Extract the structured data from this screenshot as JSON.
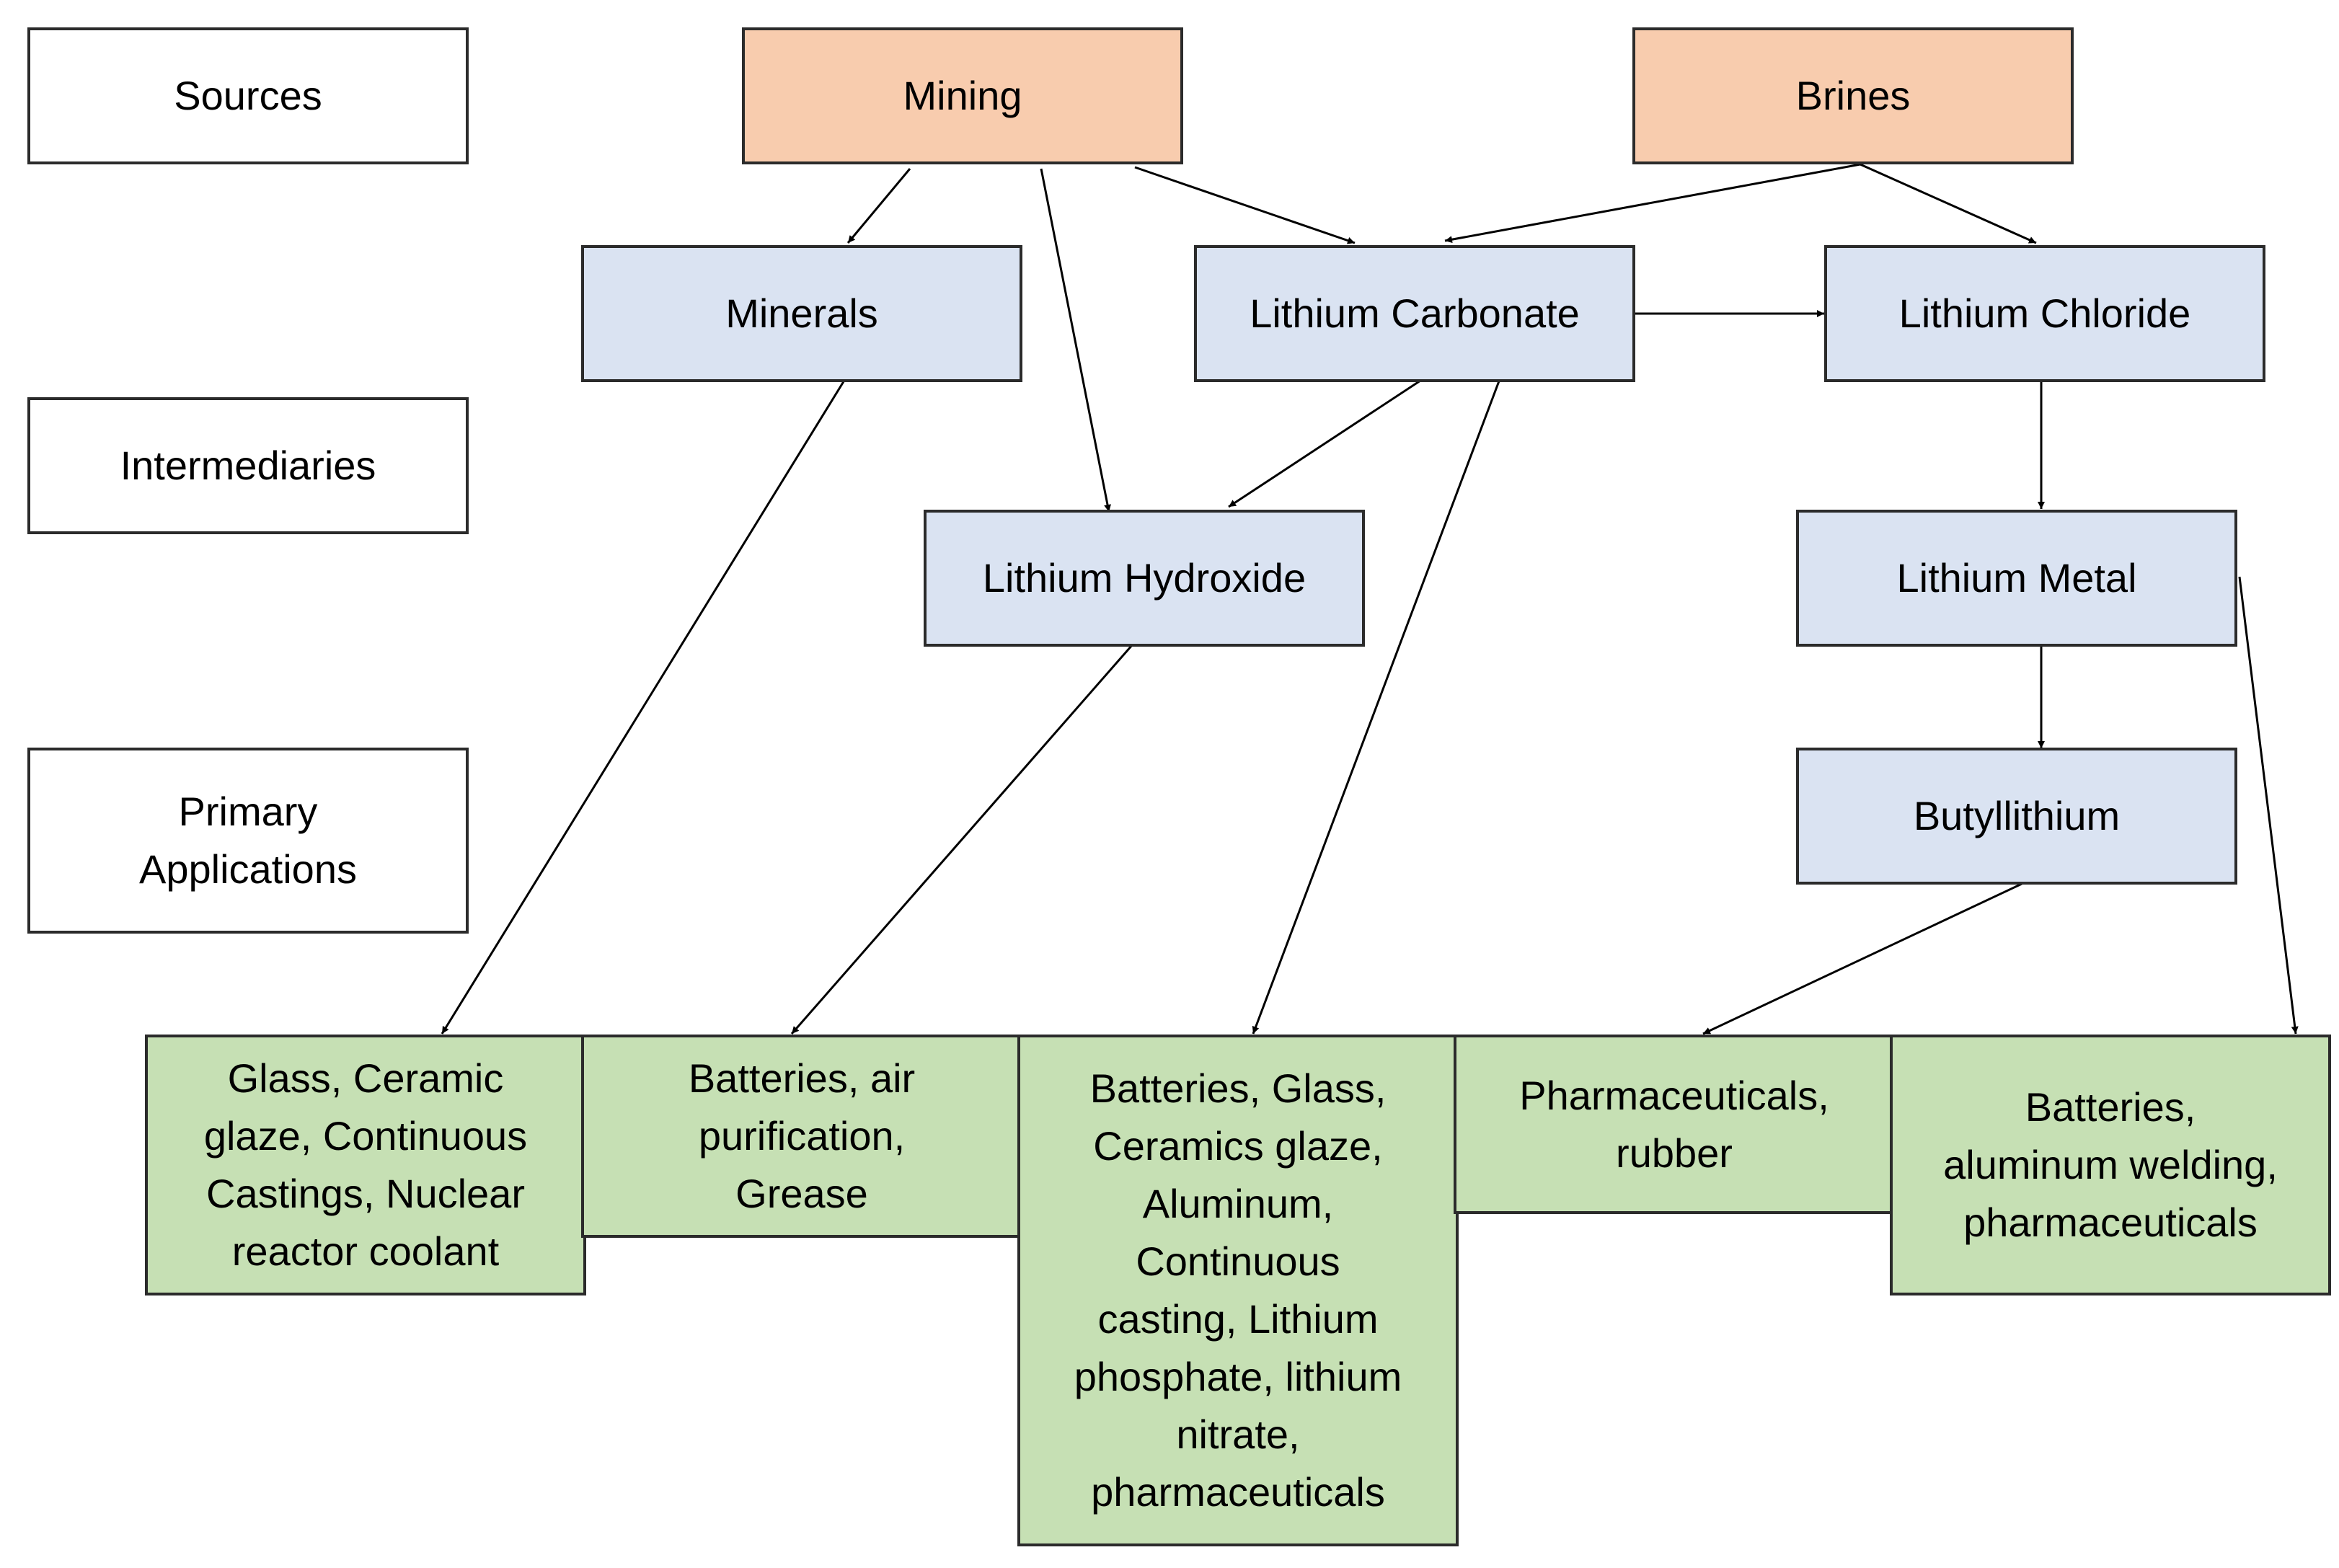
{
  "row_labels": {
    "sources": "Sources",
    "intermediaries": "Intermediaries",
    "primary_applications": "Primary\nApplications"
  },
  "sources": {
    "mining": "Mining",
    "brines": "Brines"
  },
  "intermediaries": {
    "minerals": "Minerals",
    "lithium_carbonate": "Lithium Carbonate",
    "lithium_chloride": "Lithium Chloride",
    "lithium_hydroxide": "Lithium Hydroxide",
    "lithium_metal": "Lithium Metal",
    "butyllithium": "Butyllithium"
  },
  "applications": {
    "app1": "Glass, Ceramic\nglaze, Continuous\nCastings, Nuclear\nreactor coolant",
    "app2": "Batteries, air\npurification,\nGrease",
    "app3": "Batteries, Glass,\nCeramics glaze,\nAluminum,\nContinuous\ncasting, Lithium\nphosphate, lithium\nnitrate,\npharmaceuticals",
    "app4": "Pharmaceuticals,\nrubber",
    "app5": "Batteries,\naluminum welding,\npharmaceuticals"
  },
  "colors": {
    "source_fill": "#f8ccae",
    "intermediary_fill": "#dae3f2",
    "application_fill": "#c6e0b4",
    "label_fill": "#ffffff",
    "stroke": "#2b2b2b"
  }
}
